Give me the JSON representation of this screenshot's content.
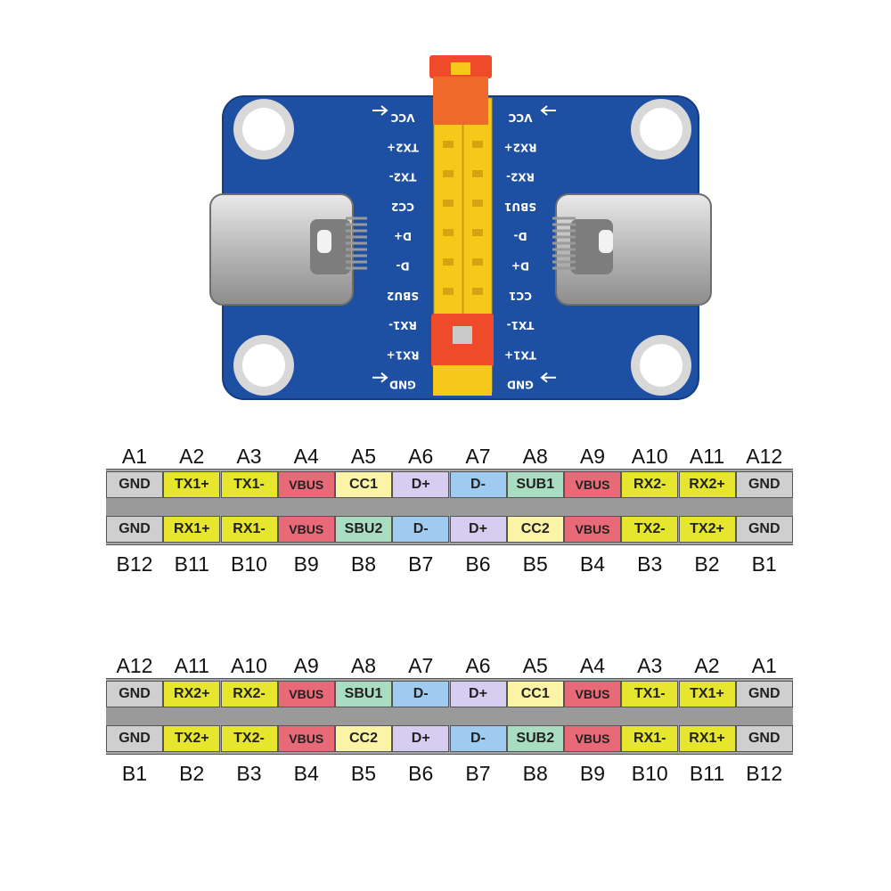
{
  "colors": {
    "GND": "#cfcfcf",
    "TX": "#e6e62e",
    "RX": "#e6e62e",
    "VBUS": "#e86a78",
    "CC": "#fbf3a6",
    "D+": "#d6cdf0",
    "D-": "#9fcbf0",
    "SBU": "#a9dcc0",
    "board": "#1d4fa2",
    "header": "#f5c81a",
    "jumper": "#ef4b2a"
  },
  "board": {
    "left_labels": [
      "VCC",
      "TX2+",
      "TX2-",
      "CC2",
      "D+",
      "D-",
      "SBU2",
      "RX1-",
      "RX1+",
      "GND"
    ],
    "right_labels": [
      "VCC",
      "RX2+",
      "RX2-",
      "SBU1",
      "D-",
      "D+",
      "CC1",
      "TX1-",
      "TX1+",
      "GND"
    ]
  },
  "diagrams": [
    {
      "top_labels": [
        "A1",
        "A2",
        "A3",
        "A4",
        "A5",
        "A6",
        "A7",
        "A8",
        "A9",
        "A10",
        "A11",
        "A12"
      ],
      "top_pins": [
        "GND",
        "TX1+",
        "TX1-",
        "VBUS",
        "CC1",
        "D+",
        "D-",
        "SUB1",
        "VBUS",
        "RX2-",
        "RX2+",
        "GND"
      ],
      "bottom_pins": [
        "GND",
        "RX1+",
        "RX1-",
        "VBUS",
        "SBU2",
        "D-",
        "D+",
        "CC2",
        "VBUS",
        "TX2-",
        "TX2+",
        "GND"
      ],
      "bottom_labels": [
        "B12",
        "B11",
        "B10",
        "B9",
        "B8",
        "B7",
        "B6",
        "B5",
        "B4",
        "B3",
        "B2",
        "B1"
      ]
    },
    {
      "top_labels": [
        "A12",
        "A11",
        "A10",
        "A9",
        "A8",
        "A7",
        "A6",
        "A5",
        "A4",
        "A3",
        "A2",
        "A1"
      ],
      "top_pins": [
        "GND",
        "RX2+",
        "RX2-",
        "VBUS",
        "SBU1",
        "D-",
        "D+",
        "CC1",
        "VBUS",
        "TX1-",
        "TX1+",
        "GND"
      ],
      "bottom_pins": [
        "GND",
        "TX2+",
        "TX2-",
        "VBUS",
        "CC2",
        "D+",
        "D-",
        "SUB2",
        "VBUS",
        "RX1-",
        "RX1+",
        "GND"
      ],
      "bottom_labels": [
        "B1",
        "B2",
        "B3",
        "B4",
        "B5",
        "B6",
        "B7",
        "B8",
        "B9",
        "B10",
        "B11",
        "B12"
      ]
    }
  ]
}
